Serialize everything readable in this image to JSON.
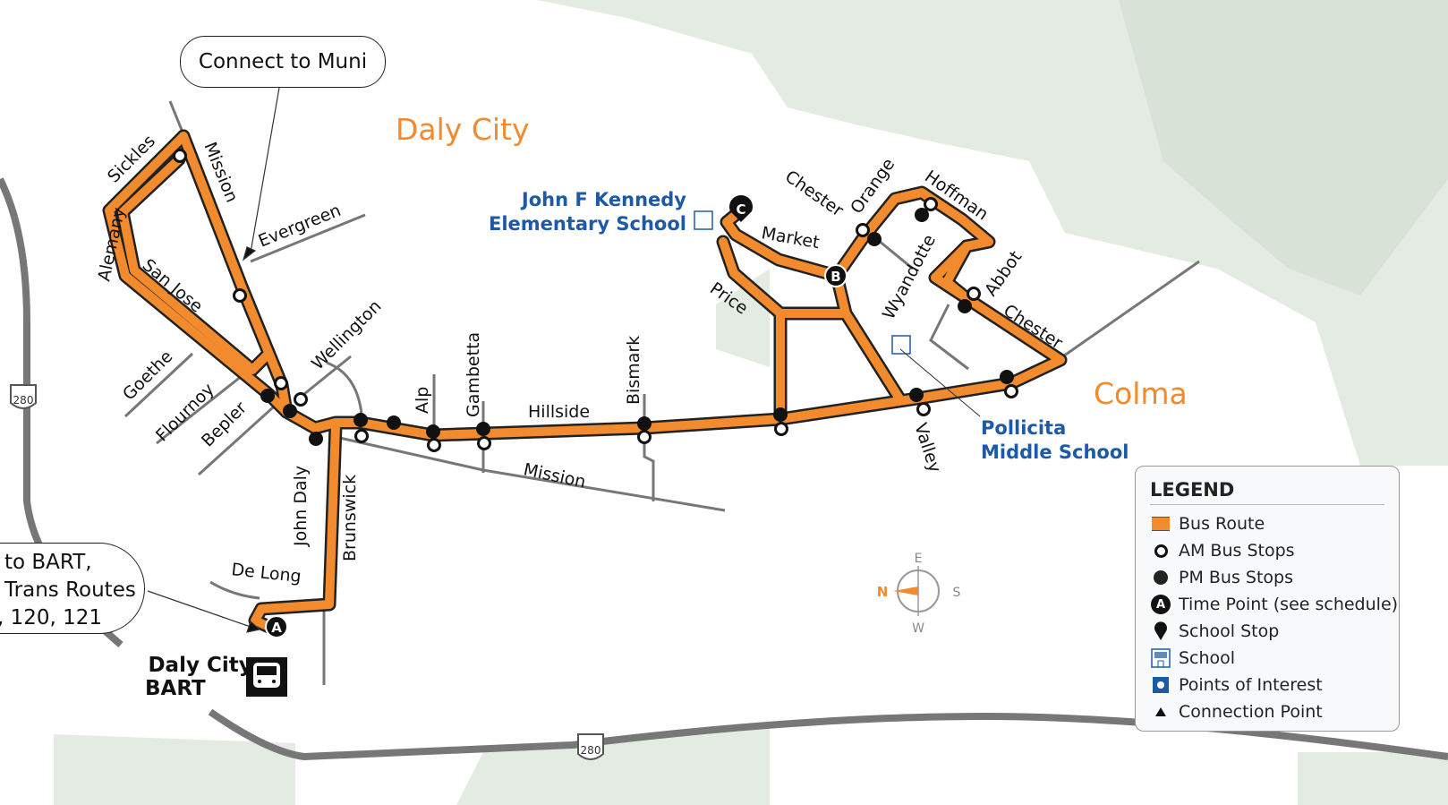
{
  "map": {
    "city_labels": {
      "daly_city": "Daly City",
      "colma": "Colma"
    },
    "callouts": {
      "muni": "Connect to Muni",
      "bart_line1": "to BART,",
      "bart_line2": "Trans Routes",
      "bart_line3": ", 120, 121"
    },
    "bart_station": {
      "line1": "Daly City",
      "line2": "BART"
    },
    "schools": {
      "jfk_line1": "John F Kennedy",
      "jfk_line2": "Elementary School",
      "pollicita_line1": "Pollicita",
      "pollicita_line2": "Middle School"
    },
    "streets": {
      "sickles": "Sickles",
      "mission_n": "Mission",
      "alemany": "Alemany",
      "evergreen": "Evergreen",
      "san_jose": "San Jose",
      "goethe": "Goethe",
      "flournoy": "Flournoy",
      "bepler": "Bepler",
      "wellington": "Wellington",
      "alp": "Alp",
      "gambetta": "Gambetta",
      "hillside": "Hillside",
      "bismark": "Bismark",
      "mission_s": "Mission",
      "john_daly": "John Daly",
      "brunswick": "Brunswick",
      "de_long": "De Long",
      "chester_w": "Chester",
      "orange": "Orange",
      "hoffman": "Hoffman",
      "market": "Market",
      "price": "Price",
      "wyandotte": "Wyandotte",
      "abbot": "Abbot",
      "chester_e": "Chester",
      "valley": "Valley"
    },
    "time_points": [
      "A",
      "B",
      "C"
    ],
    "highway_shield": "280",
    "compass": {
      "n": "N",
      "e": "E",
      "s": "S",
      "w": "W"
    },
    "colors": {
      "route": "#f28a2e",
      "park": "#e4ebe3",
      "road": "#777777",
      "school": "#1d5aa6"
    }
  },
  "legend": {
    "title": "LEGEND",
    "items": [
      {
        "icon": "bus-route-swatch",
        "label": "Bus Route"
      },
      {
        "icon": "am-stop-icon",
        "label": "AM Bus Stops"
      },
      {
        "icon": "pm-stop-icon",
        "label": "PM Bus Stops"
      },
      {
        "icon": "time-point-icon",
        "label": "Time Point (see schedule)",
        "glyph": "A"
      },
      {
        "icon": "school-stop-icon",
        "label": "School Stop"
      },
      {
        "icon": "school-icon",
        "label": "School"
      },
      {
        "icon": "poi-icon",
        "label": "Points of Interest"
      },
      {
        "icon": "connection-point-icon",
        "label": "Connection Point"
      }
    ]
  }
}
